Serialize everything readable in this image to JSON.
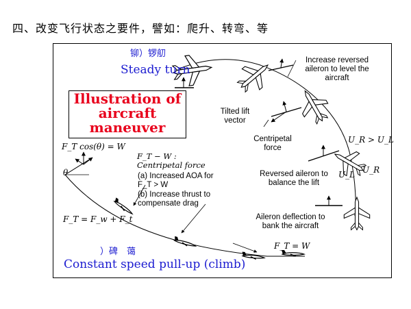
{
  "heading": "四、改变飞行状态之要件，譬如：爬升、转弯、等",
  "title": "Illustration of aircraft maneuver",
  "top_label_cn": "铆）锣舠",
  "top_label": "Steady turn",
  "bottom_label_cn": "）碑　蔼",
  "bottom_label": "Constant speed pull-up (climb)",
  "labels": {
    "increase_reversed": "Increase reversed aileron to level the aircraft",
    "tilted_lift": "Tilted lift vector",
    "centripetal_force": "Centripetal force",
    "reversed_aileron": "Reversed aileron to balance the lift",
    "aileron_deflection": "Aileron deflection to bank the aircraft",
    "ft_minus_w": "F_T − W : Centripetal force",
    "increased_aoa": "(a) Increased AOA for F_T > W",
    "increase_thrust": "(b) Increase thrust to compensate drag",
    "ft_cos_eq": "F_T cos(θ) = W",
    "theta": "θ",
    "ft_sum": "F_T = F_w + F_t",
    "ft_eq_w": "F_T = W",
    "ur_gt_ul": "U_R > U_L",
    "ul": "U_L",
    "ur": "U_R"
  },
  "colors": {
    "title": "#e8001c",
    "caption": "#1b1bd0"
  }
}
